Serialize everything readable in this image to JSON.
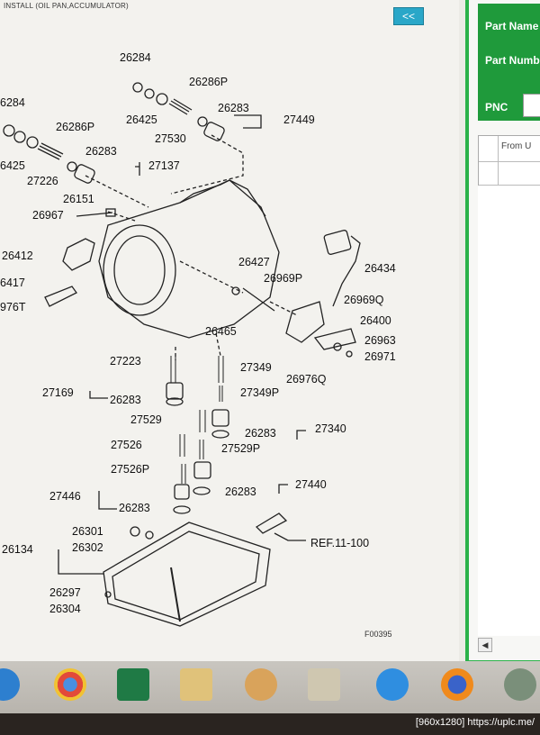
{
  "window": {
    "title": "INSTALL (OIL PAN,ACCUMULATOR)"
  },
  "toolbar": {
    "collapse_label": "<<"
  },
  "diagram": {
    "code": "F00395",
    "ref": "REF.11-100",
    "parts": [
      "26284",
      "26286P",
      "26425",
      "27530",
      "26283",
      "27449",
      "6284",
      "26286P",
      "6425",
      "26283",
      "27137",
      "27226",
      "26151",
      "26967",
      "26412",
      "6417",
      "976T",
      "26427",
      "26969P",
      "26434",
      "26969Q",
      "26400",
      "26963",
      "26971",
      "26465",
      "26976Q",
      "27223",
      "27349",
      "27169",
      "26283",
      "27349P",
      "27529",
      "26283",
      "27340",
      "27526",
      "27529P",
      "27526P",
      "27446",
      "26283",
      "27440",
      "26283",
      "26301",
      "26302",
      "26134",
      "26297",
      "26304"
    ]
  },
  "parts_panel": {
    "part_name_label": "Part Name",
    "part_number_label": "Part Number",
    "pnc_label": "PNC",
    "col_from": "From U"
  },
  "taskbar": {
    "icons": [
      "ie-icon",
      "chrome-icon",
      "excel-icon",
      "notes-icon",
      "media-icon",
      "player-icon",
      "internet-explorer-icon",
      "firefox-icon",
      "app-icon"
    ]
  },
  "footer": {
    "resolution": "[960x1280] https://uplc.me/"
  }
}
